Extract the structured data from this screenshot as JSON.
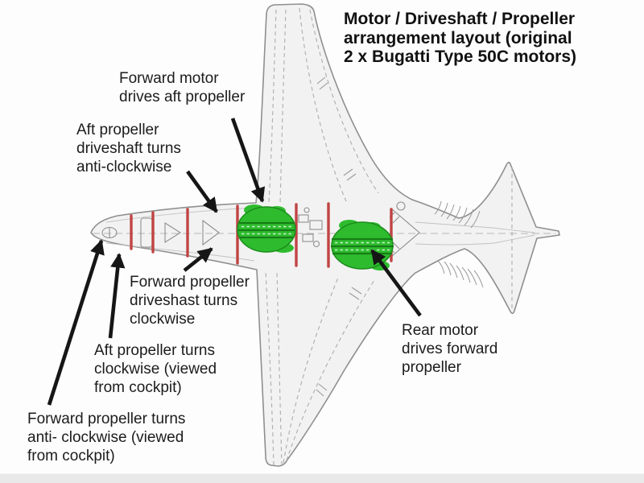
{
  "title": {
    "lines": [
      "Motor / Driveshaft / Propeller",
      "arrangement layout (original",
      "2 x Bugatti Type 50C motors)"
    ]
  },
  "annotations": [
    {
      "name": "forward-motor-note",
      "lines": [
        "Forward motor",
        "drives aft propeller"
      ]
    },
    {
      "name": "aft-propeller-driveshaft-note",
      "lines": [
        "Aft propeller",
        "driveshaft turns",
        "anti-clockwise"
      ]
    },
    {
      "name": "forward-propeller-driveshaft-note",
      "lines": [
        "Forward propeller",
        "driveshast turns",
        "clockwise"
      ]
    },
    {
      "name": "aft-propeller-rotation-note",
      "lines": [
        "Aft propeller turns",
        "clockwise (viewed",
        "from cockpit)"
      ]
    },
    {
      "name": "forward-propeller-rotation-note",
      "lines": [
        "Forward propeller turns",
        "anti- clockwise (viewed",
        "from cockpit)"
      ]
    },
    {
      "name": "rear-motor-note",
      "lines": [
        "Rear motor",
        "drives forward",
        "propeller"
      ]
    }
  ],
  "colors": {
    "motor_green": "#2ebc2e",
    "motor_green_dark": "#187d18",
    "motor_green_light": "#c8efc8",
    "bulkhead_red": "#c14444",
    "airframe_line": "#8f8f8f",
    "airframe_fill": "#f2f2f2",
    "arrow_black": "#161616",
    "text": "#1c1c1c",
    "background": "#fdfdfd"
  }
}
